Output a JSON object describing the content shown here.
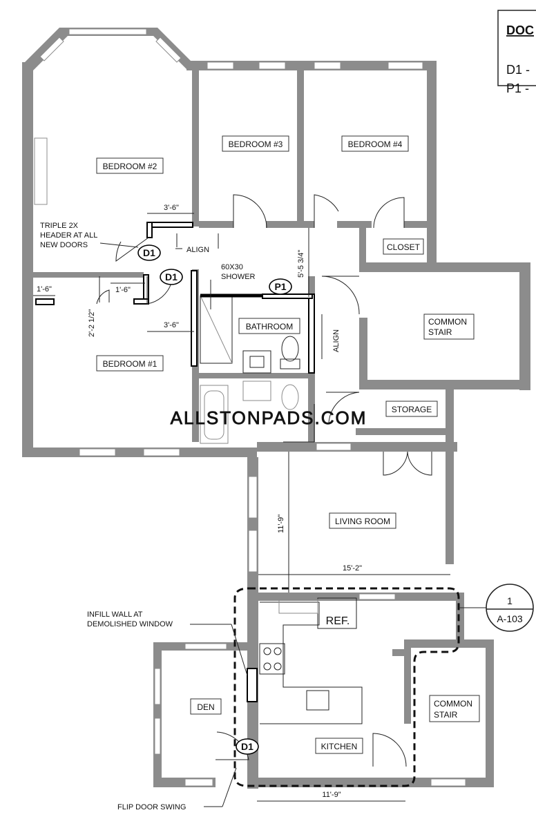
{
  "legend": {
    "title": "DOC",
    "items": [
      "D1 -",
      "P1 -"
    ]
  },
  "rooms": {
    "bedroom1": "BEDROOM #1",
    "bedroom2": "BEDROOM #2",
    "bedroom3": "BEDROOM #3",
    "bedroom4": "BEDROOM #4",
    "closet": "CLOSET",
    "common_stair_upper": [
      "COMMON",
      "STAIR"
    ],
    "bathroom": "BATHROOM",
    "storage": "STORAGE",
    "living_room": "LIVING ROOM",
    "den": "DEN",
    "kitchen": "KITCHEN",
    "common_stair_lower": [
      "COMMON",
      "STAIR"
    ],
    "ref": "REF."
  },
  "notes": {
    "triple_header": [
      "TRIPLE 2X",
      "HEADER AT ALL",
      "NEW DOORS"
    ],
    "shower": [
      "60X30",
      "SHOWER"
    ],
    "align_top": "ALIGN",
    "align_right": "ALIGN",
    "infill_wall": [
      "INFILL WALL AT",
      "DEMOLISHED WINDOW"
    ],
    "flip_door": "FLIP DOOR SWING"
  },
  "tags": {
    "door1": "D1",
    "door2": "D1",
    "door3": "D1",
    "partition": "P1"
  },
  "dimensions": {
    "d_3_6_top": "3'-6\"",
    "d_3_6_bottom": "3'-6\"",
    "d_1_6_left": "1'-6\"",
    "d_1_6_mid": "1'-6\"",
    "d_2_2": "2'-2 1/2\"",
    "d_5_5": "5'-5 3/4\"",
    "d_11_9_vertical": "11'-9\"",
    "d_15_2": "15'-2\"",
    "d_11_9_horizontal": "11'-9\""
  },
  "section_marker": {
    "number": "1",
    "sheet": "A-103"
  },
  "watermark": "ALLSTONPADS.COM"
}
